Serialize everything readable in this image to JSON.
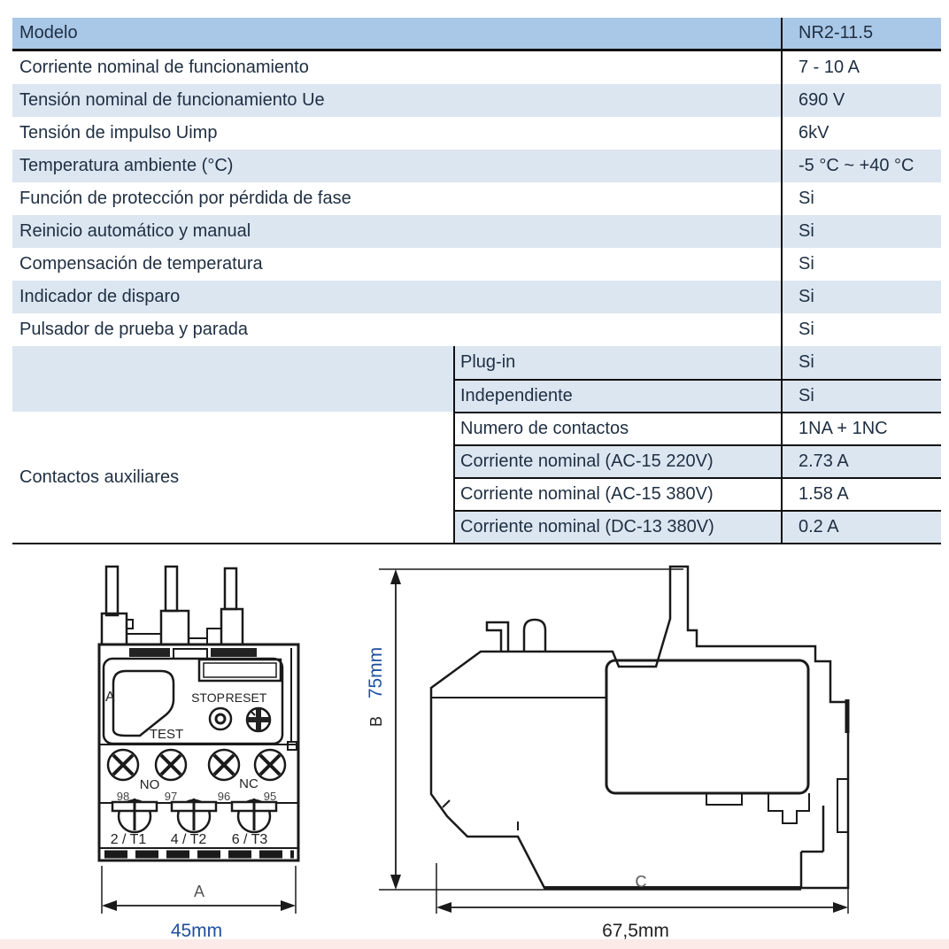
{
  "table": {
    "header": {
      "label": "Modelo",
      "value": "NR2-11.5"
    },
    "rows": [
      {
        "label": "Corriente nominal de funcionamiento",
        "value": "7 - 10 A"
      },
      {
        "label": "Tensión nominal de funcionamiento Ue",
        "value": "690 V"
      },
      {
        "label": "Tensión de impulso Uimp",
        "value": "6kV"
      },
      {
        "label": "Temperatura ambiente (°C)",
        "value": "-5 °C ~ +40 °C"
      },
      {
        "label": "Función de protección por pérdida de fase",
        "value": "Si"
      },
      {
        "label": "Reinicio automático y manual",
        "value": "Si"
      },
      {
        "label": "Compensación de temperatura",
        "value": "Si"
      },
      {
        "label": "Indicador de disparo",
        "value": "Si"
      },
      {
        "label": "Pulsador de prueba y parada",
        "value": "Si"
      }
    ],
    "group": {
      "label": "Contactos auxiliares",
      "rows": [
        {
          "label": "Plug-in",
          "value": "Si"
        },
        {
          "label": "Independiente",
          "value": "Si"
        },
        {
          "label": "Numero de contactos",
          "value": "1NA + 1NC"
        },
        {
          "label": "Corriente nominal (AC-15 220V)",
          "value": "2.73 A"
        },
        {
          "label": "Corriente nominal (AC-15 380V)",
          "value": "1.58 A"
        },
        {
          "label": "Corriente nominal (DC-13 380V)",
          "value": "0.2 A"
        }
      ]
    }
  },
  "drawings": {
    "front": {
      "stop": "STOP",
      "reset": "RESET",
      "test": "TEST",
      "dial_letter": "A",
      "no": "NO",
      "nc": "NC",
      "terminals_aux": [
        "98",
        "97",
        "96",
        "95"
      ],
      "terminals_main": [
        "2 / T1",
        "4 / T2",
        "6 / T3"
      ],
      "dim_letter": "A",
      "dim_value": "45mm"
    },
    "side": {
      "dim_b_letter": "B",
      "dim_b_value": "75mm",
      "dim_c_letter": "C",
      "dim_c_value": "67,5mm"
    }
  },
  "colors": {
    "header_bg": "#a9c7e7",
    "row_alt_bg": "#dce6f1",
    "text": "#1f2f42",
    "dim_blue": "#2050a0",
    "line": "#1a1a1a",
    "bottom_strip": "#fbeae8"
  }
}
